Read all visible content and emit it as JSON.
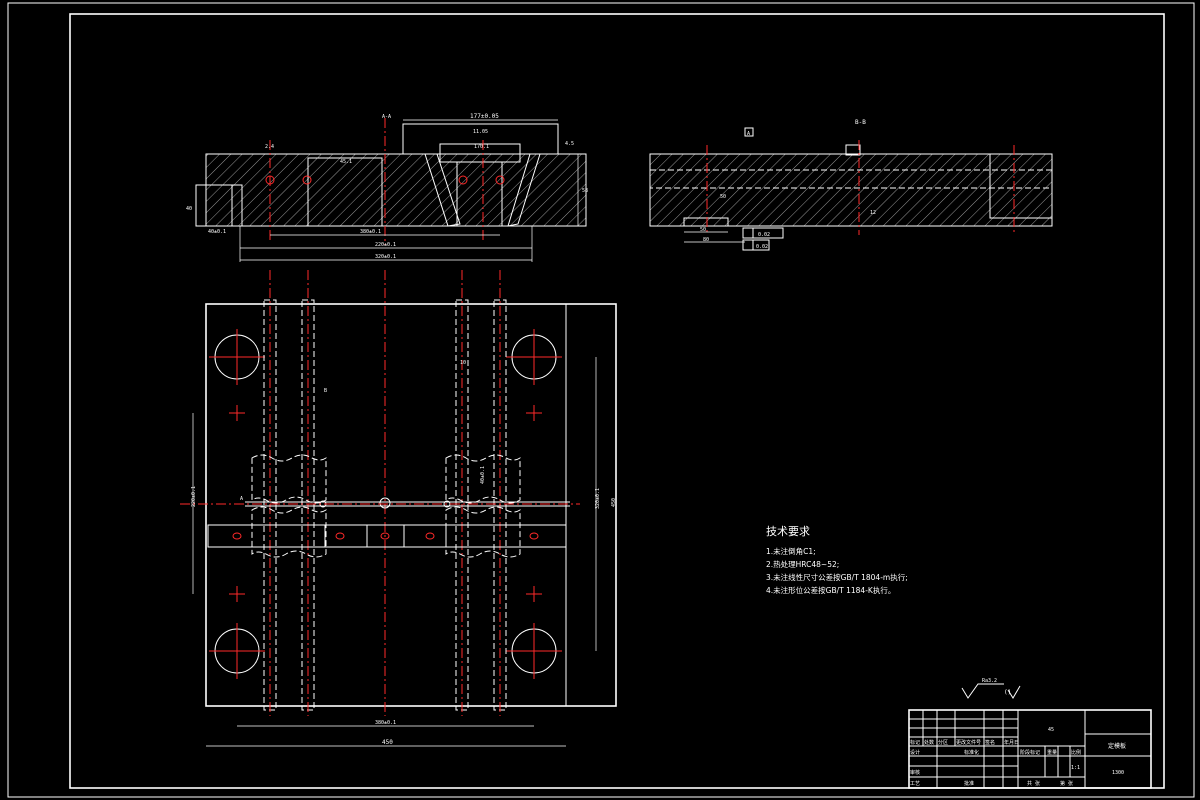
{
  "drawing": {
    "sheet": "A3",
    "border_color": "#ffffff",
    "background": "#000000",
    "centerline_color": "#ff2a2a"
  },
  "views": {
    "front_section": {
      "label_top": "A-A",
      "dims": {
        "top_slot": "177±0.05",
        "slot_offset": "11.05",
        "center_span": "170.1",
        "bottom_1": "380±0.1",
        "bottom_2": "220±0.1",
        "bottom_3": "320±0.1",
        "angle_label": "45.1",
        "height_right": "58",
        "height_left": "40",
        "step": "4.5",
        "left_pocket": "40±0.1",
        "dim_a": "2.4"
      }
    },
    "side_section": {
      "label_top": "B-B",
      "datum": "A",
      "dims": {
        "hole": "50",
        "bottom_1": "50",
        "bottom_2": "80",
        "gdt_1": "0.02",
        "gdt_2": "0.02",
        "depth": "12"
      }
    },
    "plan": {
      "dims": {
        "overall_width": "450",
        "inner_width": "380±0.1",
        "vertical_1": "220±0.1",
        "vertical_2": "320±0.1",
        "height": "450",
        "slot_w": "10",
        "boss_h": "40±0.1",
        "side_a": "A",
        "side_b": "B"
      }
    }
  },
  "notes": {
    "title": "技术要求",
    "items": [
      "1.未注倒角C1;",
      "2.热处理HRC48~52;",
      "3.未注线性尺寸公差按GB/T 1804-m执行;",
      "4.未注形位公差按GB/T 1184-K执行。"
    ]
  },
  "surface": {
    "main": "Ra3.2",
    "other": "()"
  },
  "title_block": {
    "part_name": "定模板",
    "material": "45",
    "scale": "1:1",
    "row_labels": [
      "标记",
      "处数",
      "分区",
      "更改文件号",
      "签名",
      "年月日"
    ],
    "design": "设计",
    "standard": "标准化",
    "check": "审核",
    "process": "工艺",
    "approve": "批准",
    "stage": "阶段标记",
    "weight": "重量",
    "scale_label": "比例",
    "sheets": "共 张",
    "sheet_no": "第 张",
    "drawing_no": "1300"
  }
}
